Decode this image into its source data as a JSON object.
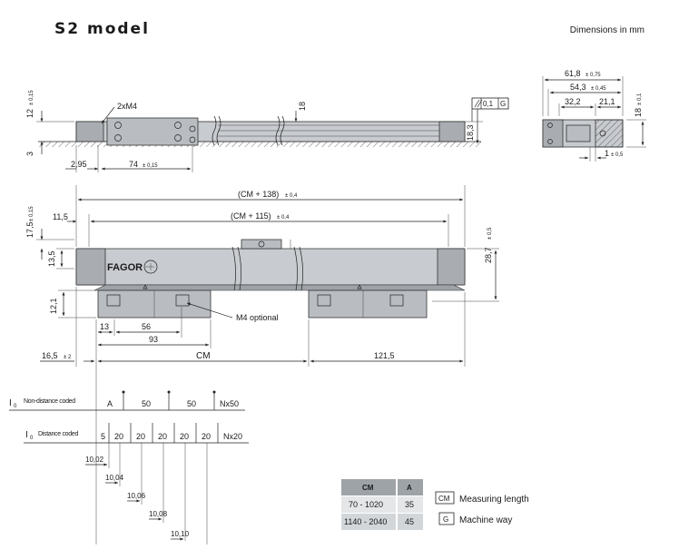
{
  "title": "S2 model",
  "units_note": "Dimensions in mm",
  "side_view": {
    "d_12": "12",
    "d_12_tol": "± 0,15",
    "d_3": "3",
    "d_2xM4": "2xM4",
    "d_18": "18",
    "d_18_3": "18,3",
    "flatness": "0,1",
    "flatness_ref": "G",
    "d_2_95": "2,95",
    "d_74": "74",
    "d_74_tol": "± 0,15"
  },
  "section_view": {
    "d_61_8": "61,8",
    "d_61_8_tol": "± 0,75",
    "d_54_3": "54,3",
    "d_54_3_tol": "± 0,45",
    "d_32_2": "32,2",
    "d_21_1": "21,1",
    "d_18": "18",
    "d_18_tol": "± 0,1",
    "d_1": "1",
    "d_1_tol": "± 0,5"
  },
  "front_view": {
    "cm138": "(CM + 138)",
    "cm138_tol": "± 0,4",
    "cm115": "(CM + 115)",
    "cm115_tol": "± 0,4",
    "d_11_5": "11,5",
    "d_17_5": "17,5",
    "d_17_5_tol": "± 0,15",
    "d_13_5": "13,5",
    "d_28_7": "28,7",
    "d_28_7_tol": "± 0,5",
    "d_12_1": "12,1",
    "d_13": "13",
    "d_56": "56",
    "d_93": "93",
    "m4_optional": "M4 optional",
    "d_16_5": "16,5",
    "d_16_5_tol": "± 2",
    "cm": "CM",
    "d_121_5": "121,5",
    "brand": "FAGOR"
  },
  "ref_marks": {
    "i0": "I",
    "i0_sub": "0",
    "non_distance": "Non-distance coded",
    "nd_a": "A",
    "nd_50a": "50",
    "nd_50b": "50",
    "nd_nx50": "Nx50",
    "distance": "Distance coded",
    "dc_5": "5",
    "dc_20": [
      "20",
      "20",
      "20",
      "20",
      "20"
    ],
    "dc_nx20": "Nx20",
    "steps": [
      "10,02",
      "10,04",
      "10,06",
      "10,08",
      "10,10"
    ]
  },
  "table": {
    "headers": [
      "CM",
      "A"
    ],
    "rows": [
      [
        "70 - 1020",
        "35"
      ],
      [
        "1140 - 2040",
        "45"
      ]
    ]
  },
  "legend": [
    {
      "key": "CM",
      "text": "Measuring length"
    },
    {
      "key": "G",
      "text": "Machine way"
    }
  ]
}
